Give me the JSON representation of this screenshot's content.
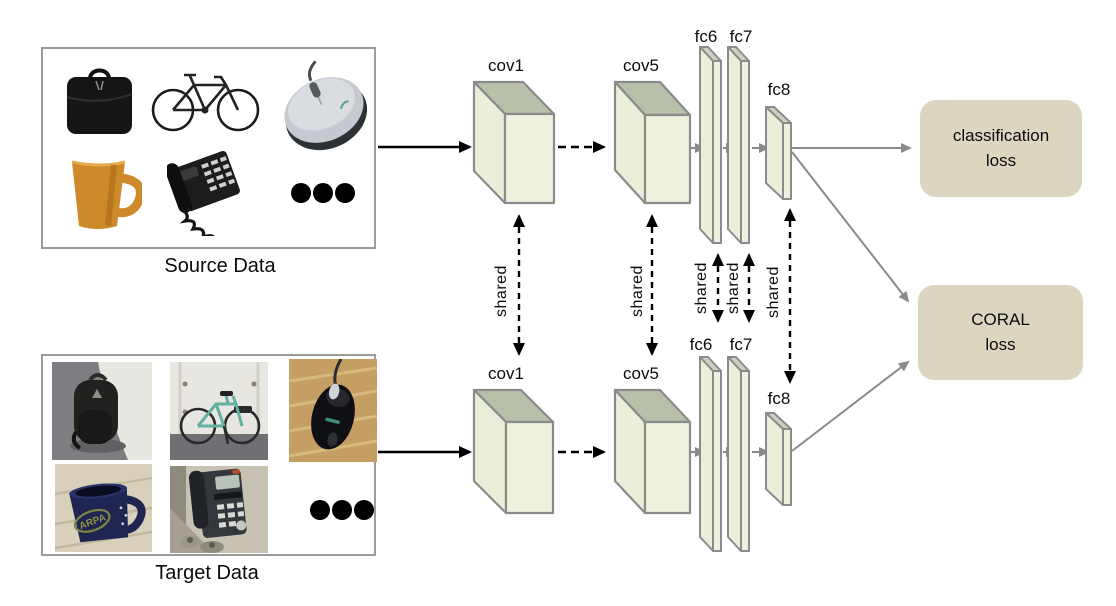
{
  "diagram_name": "deep-coral-domain-adaptation-architecture",
  "source_box": {
    "label": "Source Data",
    "items": [
      "laptop-bag",
      "bicycle",
      "computer-mouse",
      "coffee-mug",
      "desk-telephone",
      "ellipsis-dots"
    ]
  },
  "target_box": {
    "label": "Target Data",
    "mug_text": "ARPA",
    "items": [
      "backpack",
      "bicycle",
      "computer-mouse",
      "coffee-mug",
      "desk-telephone",
      "ellipsis-dots"
    ]
  },
  "layers": {
    "conv1": "cov1",
    "conv5": "cov5",
    "fc6": "fc6",
    "fc7": "fc7",
    "fc8": "fc8"
  },
  "shared_label": "shared",
  "losses": {
    "classification": {
      "line1": "classification",
      "line2": "loss"
    },
    "coral": {
      "line1": "CORAL",
      "line2": "loss"
    }
  },
  "colors": {
    "cuboid_front": "#edf2de",
    "cuboid_side": "#e9efd8",
    "cuboid_top": "#b9c0aa",
    "cuboid_stroke": "#8b8b8b",
    "loss_box_fill": "#dcd6c0",
    "gray_arrow": "#8a8a8a",
    "black_arrow": "#000000",
    "data_box_border": "#9b9b9b"
  }
}
